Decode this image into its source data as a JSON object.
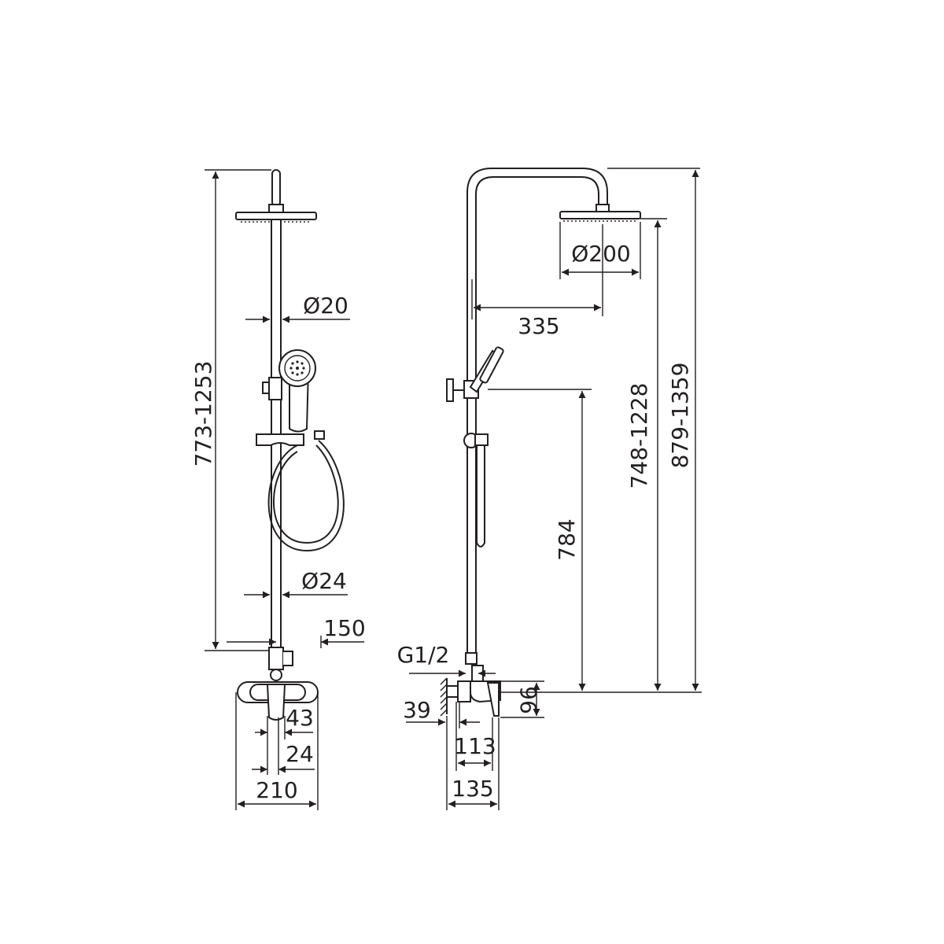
{
  "colors": {
    "line": "#231f20",
    "background": "#ffffff"
  },
  "front_view": {
    "height_range": "773-1253",
    "upper_pipe_diameter": "Ø20",
    "lower_pipe_diameter": "Ø24",
    "spout_length": "150",
    "dim_43": "43",
    "dim_24": "24",
    "width": "210"
  },
  "side_view": {
    "head_diameter": "Ø200",
    "arm_reach": "335",
    "slider_height": "784",
    "head_height_range": "748-1228",
    "total_height_range": "879-1359",
    "thread": "G1/2",
    "wall_offset": "39",
    "mixer_height": "96",
    "depth_113": "113",
    "depth_135": "135"
  }
}
